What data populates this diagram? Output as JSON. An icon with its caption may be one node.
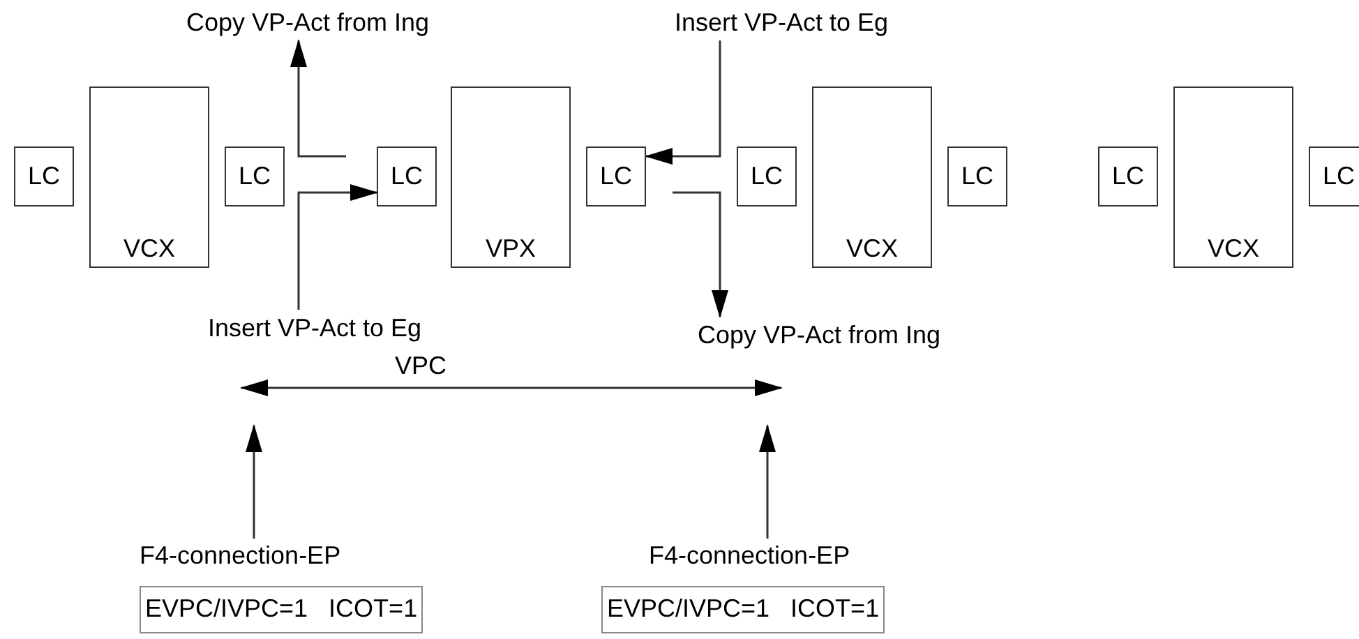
{
  "diagram": {
    "nodes": [
      {
        "text": [
          "Copy VP-Act from Ing"
        ]
      },
      {
        "text": [
          "Insert VP-Act to Eg"
        ]
      },
      {
        "text": [
          "LC"
        ]
      },
      {
        "text": [
          "VCX"
        ]
      },
      {
        "text": [
          "LC"
        ]
      },
      {
        "text": [
          "LC"
        ]
      },
      {
        "text": [
          "VPX"
        ]
      },
      {
        "text": [
          "LC"
        ]
      },
      {
        "text": [
          "LC"
        ]
      },
      {
        "text": [
          "VCX"
        ]
      },
      {
        "text": [
          "LC"
        ]
      },
      {
        "text": [
          "LC"
        ]
      },
      {
        "text": [
          "VCX"
        ]
      },
      {
        "text": [
          "LC"
        ]
      },
      {
        "text": [
          "Insert VP-Act to Eg"
        ]
      },
      {
        "text": [
          "Copy VP-Act from Ing"
        ]
      },
      {
        "text": [
          "F4-connection-EP",
          "EVPC/IVPC=1   ICOT=1"
        ]
      },
      {
        "text": [
          "F4-connection-EP",
          "EVPC/IVPC=1   ICOT=1"
        ]
      }
    ],
    "edges": [
      {
        "from": 14,
        "to": 5,
        "arrow": "to"
      },
      {
        "from": null,
        "to": 0,
        "arrow": "to"
      },
      {
        "from": 1,
        "to": 7,
        "arrow": "to"
      },
      {
        "from": null,
        "to": 15,
        "arrow": "to"
      },
      {
        "from": 16,
        "to": null,
        "arrow": "to"
      },
      {
        "from": 17,
        "to": null,
        "arrow": "to"
      }
    ],
    "labels": [
      "VPC"
    ]
  }
}
